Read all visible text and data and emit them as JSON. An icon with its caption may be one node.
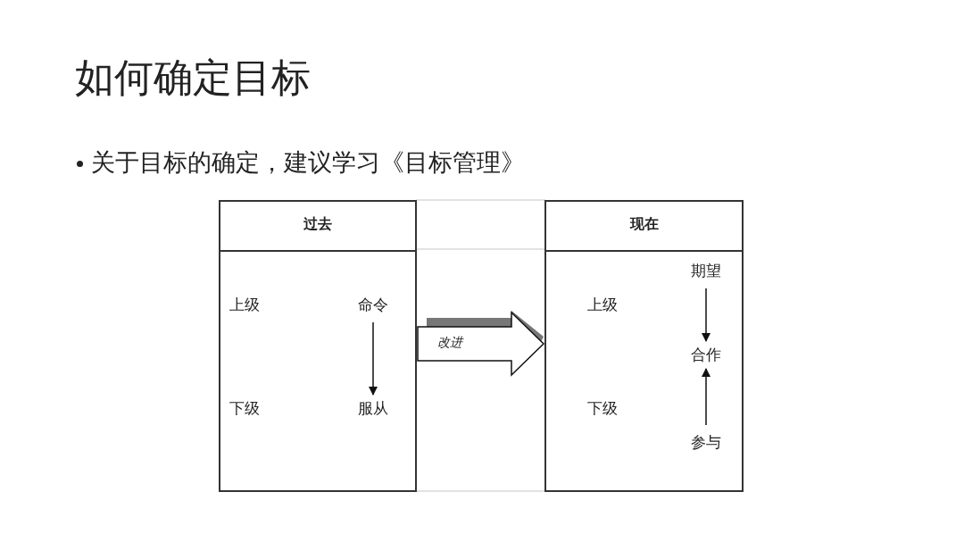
{
  "diagram": {
    "title": "如何确定目标",
    "nodes": [
      {
        "text": [
          "过去"
        ]
      },
      {
        "text": [
          "上级"
        ],
        "in": 0
      },
      {
        "text": [
          "命令"
        ],
        "in": 0
      },
      {
        "text": [
          "下级"
        ],
        "in": 0
      },
      {
        "text": [
          "服从"
        ],
        "in": 0
      },
      {
        "text": [
          "现在"
        ]
      },
      {
        "text": [
          "期望"
        ],
        "in": 5
      },
      {
        "text": [
          "上级"
        ],
        "in": 5
      },
      {
        "text": [
          "合作"
        ],
        "in": 5
      },
      {
        "text": [
          "下级"
        ],
        "in": 5
      },
      {
        "text": [
          "参与"
        ],
        "in": 5
      }
    ],
    "edges": [
      {
        "from": 0,
        "to": 5,
        "arrow": "to",
        "label": "改进"
      },
      {
        "from": 2,
        "to": 4,
        "arrow": "to"
      },
      {
        "from": 6,
        "to": 8,
        "arrow": "to"
      },
      {
        "from": 10,
        "to": 8,
        "arrow": "to"
      }
    ],
    "labels": [
      "关于目标的确定，建议学习《目标管理》"
    ]
  }
}
